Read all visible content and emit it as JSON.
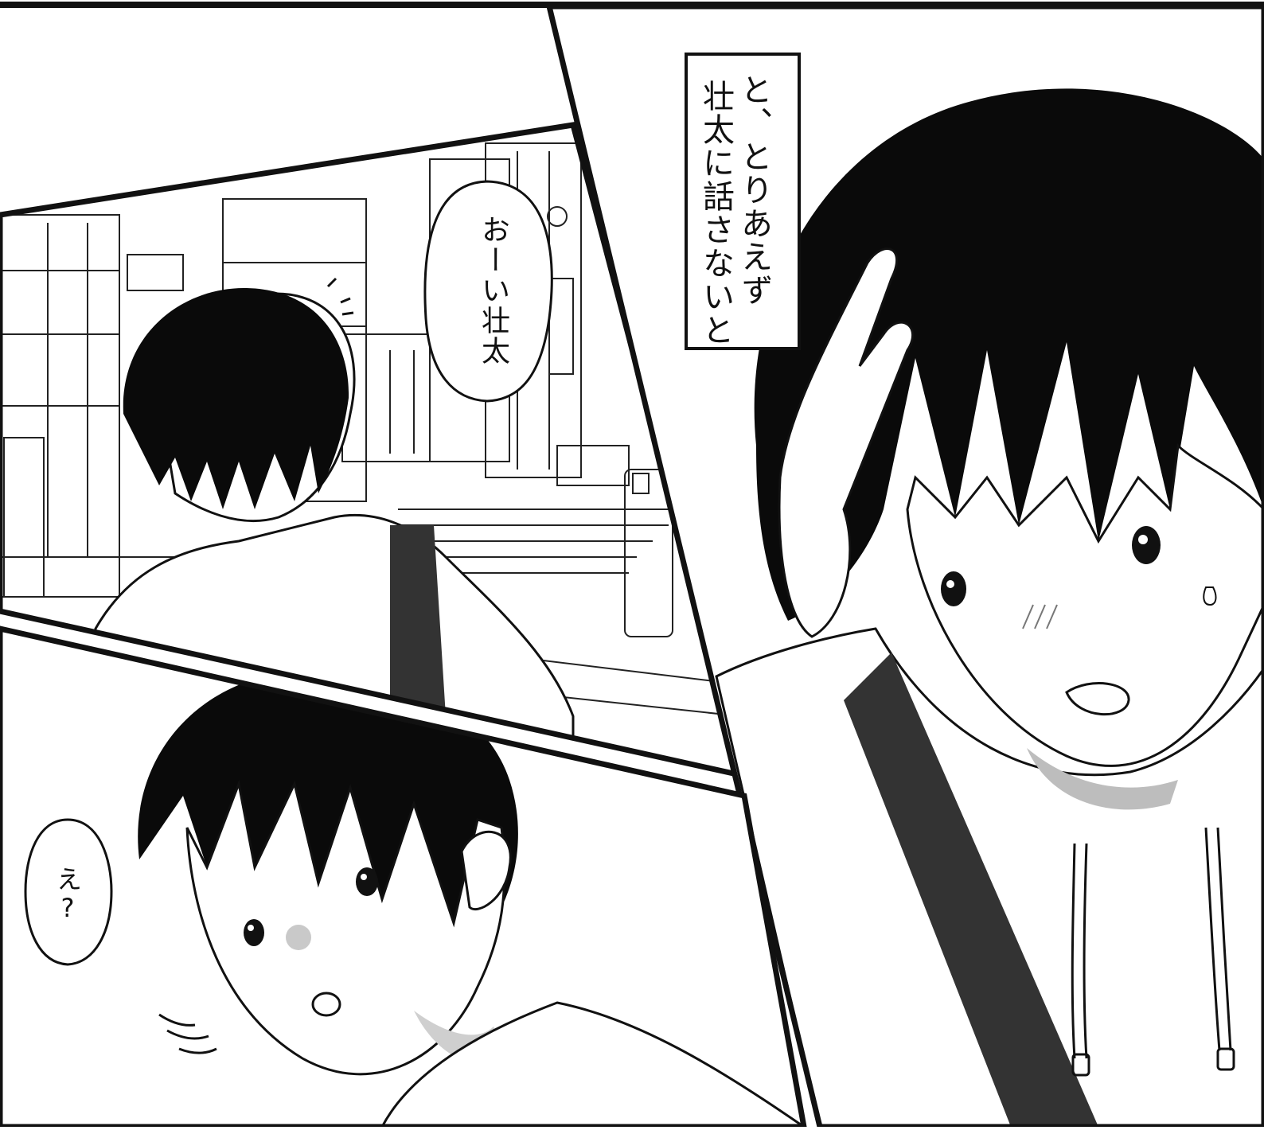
{
  "panels": [
    {
      "name": "street-panel",
      "content": "back view of boy with shoulder bag on street corner"
    },
    {
      "name": "girl-panel",
      "content": "girl holding her head, worried"
    },
    {
      "name": "boy-closeup-panel",
      "content": "boy turning around, surprised"
    }
  ],
  "caption_box": {
    "lines": [
      "と、とりあえず",
      "壮太に話さないと"
    ]
  },
  "speech_bubbles": {
    "street_call": "おーい壮太",
    "boy_reaction": "え?"
  }
}
